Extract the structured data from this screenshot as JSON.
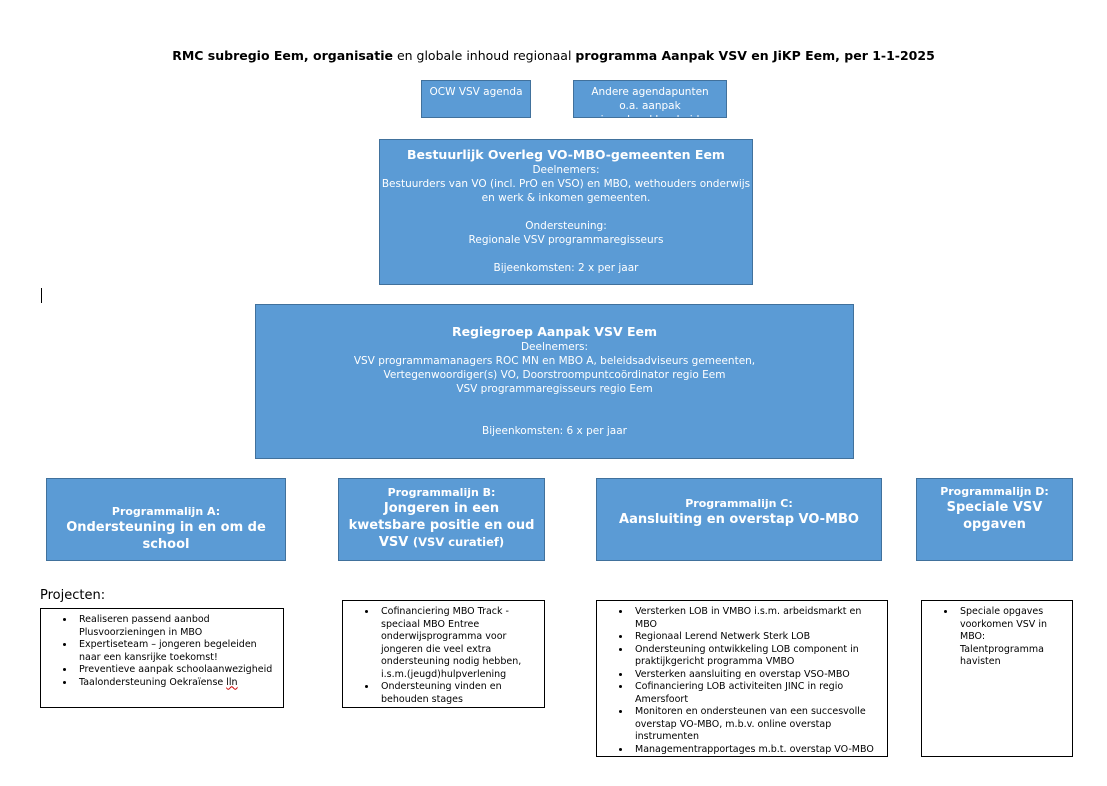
{
  "title": {
    "p1": "RMC subregio Eem, organisatie",
    "p2": " en globale inhoud regionaal ",
    "p3": "programma Aanpak VSV en JiKP Eem, per 1-1-2025"
  },
  "colors": {
    "box_fill": "#5b9bd5",
    "box_border": "#41719c"
  },
  "top_boxes": [
    "OCW VSV agenda",
    "Andere agendapunten o.a. aanpak jeugdwerkloosheid"
  ],
  "bestuurlijk": {
    "heading": "Bestuurlijk Overleg VO-MBO-gemeenten Eem",
    "lines": [
      "Deelnemers:",
      "Bestuurders van VO (incl. PrO en VSO) en MBO, wethouders onderwijs",
      "en werk & inkomen gemeenten.",
      "",
      "Ondersteuning:",
      "Regionale VSV programmaregisseurs",
      "",
      "Bijeenkomsten: 2 x per jaar"
    ]
  },
  "regiegroep": {
    "heading": "Regiegroep Aanpak VSV Eem",
    "lines": [
      "Deelnemers:",
      "VSV programmamanagers ROC MN en MBO A, beleidsadviseurs gemeenten,",
      "Vertegenwoordiger(s) VO, Doorstroompuntcoördinator regio Eem",
      "VSV programmaregisseurs regio  Eem",
      "",
      "",
      "Bijeenkomsten: 6 x per jaar"
    ]
  },
  "programmalijnen": [
    {
      "label": "Programmalijn A:",
      "title": "Ondersteuning in en om de school"
    },
    {
      "label": "Programmalijn B:",
      "title": "Jongeren in een kwetsbare positie en oud VSV",
      "suffix": "(VSV curatief)"
    },
    {
      "label": "Programmalijn C:",
      "title": "Aansluiting en overstap VO-MBO"
    },
    {
      "label": "Programmalijn D:",
      "title": "Speciale VSV opgaven"
    }
  ],
  "projecten_label": "Projecten:",
  "projecten": [
    [
      "Realiseren passend aanbod Plusvoorzieningen in MBO",
      "Expertiseteam – jongeren begeleiden naar een kansrijke toekomst!",
      "Preventieve aanpak schoolaanwezigheid",
      "Taalondersteuning Oekraïense lln"
    ],
    [
      "Cofinanciering MBO Track -  speciaal MBO Entree onderwijsprogramma voor jongeren die veel extra ondersteuning nodig hebben, i.s.m.(jeugd)hulpverlening",
      "Ondersteuning vinden en behouden stages"
    ],
    [
      "Versterken LOB in VMBO i.s.m. arbeidsmarkt en MBO",
      "Regionaal Lerend Netwerk Sterk LOB",
      "Ondersteuning ontwikkeling LOB component in praktijkgericht programma VMBO",
      "Versterken aansluiting en overstap VSO-MBO",
      "Cofinanciering LOB activiteiten JINC in regio Amersfoort",
      "Monitoren en ondersteunen van een succesvolle overstap VO-MBO, m.b.v. online overstap instrumenten",
      "Managementrapportages m.b.t. overstap VO-MBO"
    ],
    [
      "Speciale opgaves voorkomen VSV in MBO: Talentprogramma havisten"
    ]
  ]
}
